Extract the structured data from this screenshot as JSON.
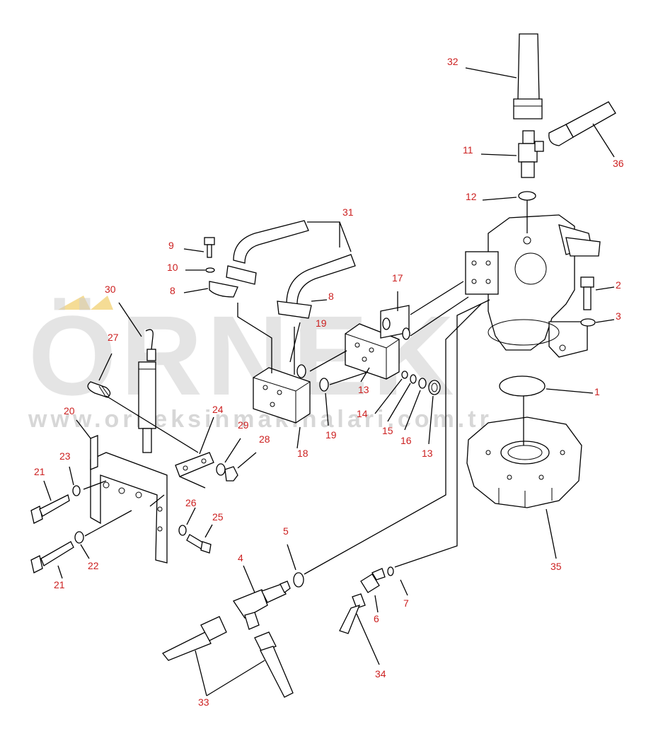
{
  "watermark": {
    "brand": "ÖRNEK",
    "url": "www.orneksinmakinalari.com.tr",
    "accent_color": "#f2d37a",
    "text_color": "#cfcfcf"
  },
  "callouts": {
    "c1": "1",
    "c2": "2",
    "c3": "3",
    "c4": "4",
    "c5": "5",
    "c6": "6",
    "c7": "7",
    "c8a": "8",
    "c8b": "8",
    "c9": "9",
    "c10": "10",
    "c11": "11",
    "c12": "12",
    "c13a": "13",
    "c13b": "13",
    "c14": "14",
    "c15": "15",
    "c16": "16",
    "c17": "17",
    "c18": "18",
    "c19a": "19",
    "c19b": "19",
    "c20": "20",
    "c21a": "21",
    "c21b": "21",
    "c22": "22",
    "c23": "23",
    "c24": "24",
    "c25": "25",
    "c26": "26",
    "c27": "27",
    "c28": "28",
    "c29": "29",
    "c30": "30",
    "c31": "31",
    "c32": "32",
    "c33": "33",
    "c34": "34",
    "c35": "35",
    "c36": "36"
  },
  "colors": {
    "callout": "#cc1f1f",
    "line": "#000000"
  }
}
